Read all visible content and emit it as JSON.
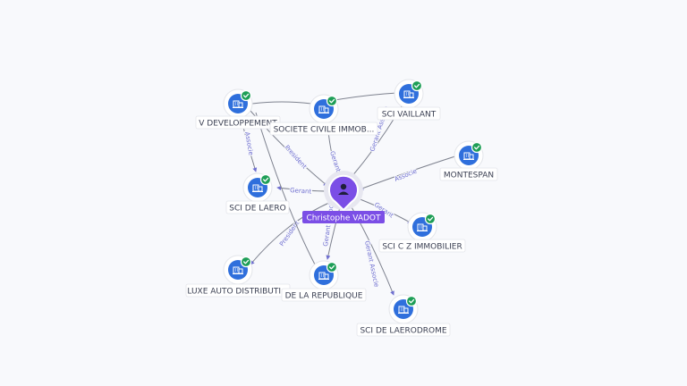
{
  "center": {
    "label": "Christophe VADOT",
    "icon": "person-icon",
    "color": "#7b4ee6"
  },
  "nodes": [
    {
      "id": "v-developpement",
      "label": "V DEVELOPPEMENT",
      "icon": "building-icon",
      "verified": true
    },
    {
      "id": "societe-civile",
      "label": "SOCIETE CIVILE IMMOB...",
      "icon": "building-icon",
      "verified": true
    },
    {
      "id": "sci-vaillant",
      "label": "SCI VAILLANT",
      "icon": "building-icon",
      "verified": true
    },
    {
      "id": "montespan",
      "label": "MONTESPAN",
      "icon": "building-icon",
      "verified": true
    },
    {
      "id": "sci-de-laero",
      "label": "SCI DE LAERO",
      "icon": "building-icon",
      "verified": true
    },
    {
      "id": "sci-c-z",
      "label": "SCI C Z IMMOBILIER",
      "icon": "building-icon",
      "verified": true
    },
    {
      "id": "luxe-auto",
      "label": "LUXE AUTO DISTRIBUTI...",
      "icon": "building-icon",
      "verified": true
    },
    {
      "id": "de-la-republique",
      "label": "DE LA REPUBLIQUE",
      "icon": "building-icon",
      "verified": true
    },
    {
      "id": "sci-de-laerodrome",
      "label": "SCI DE LAERODROME",
      "icon": "building-icon",
      "verified": true
    }
  ],
  "edges": [
    {
      "id": "e-vdev-center",
      "label": "President"
    },
    {
      "id": "e-soc-center",
      "label": "Gerant"
    },
    {
      "id": "e-vaillant-center",
      "label": "Gerant Associe"
    },
    {
      "id": "e-montespan-center",
      "label": "Associe"
    },
    {
      "id": "e-laero-center",
      "label": "Gerant"
    },
    {
      "id": "e-scicz-center",
      "label": "Gerant"
    },
    {
      "id": "e-luxe-center",
      "label": "President"
    },
    {
      "id": "e-republique-center",
      "label": "Gerant Associe"
    },
    {
      "id": "e-aerodrome-center",
      "label": "Gerant Associe"
    },
    {
      "id": "e-vdev-laero",
      "label": "Associe"
    },
    {
      "id": "e-vdev-republique",
      "label": ""
    },
    {
      "id": "e-vdev-soc",
      "label": ""
    },
    {
      "id": "e-soc-vaillant",
      "label": ""
    }
  ],
  "colors": {
    "accent": "#7b4ee6",
    "node": "#2f6fdc",
    "verified": "#1e9e57",
    "edge": "#7e828f",
    "edge_label": "#6f6fd0"
  }
}
